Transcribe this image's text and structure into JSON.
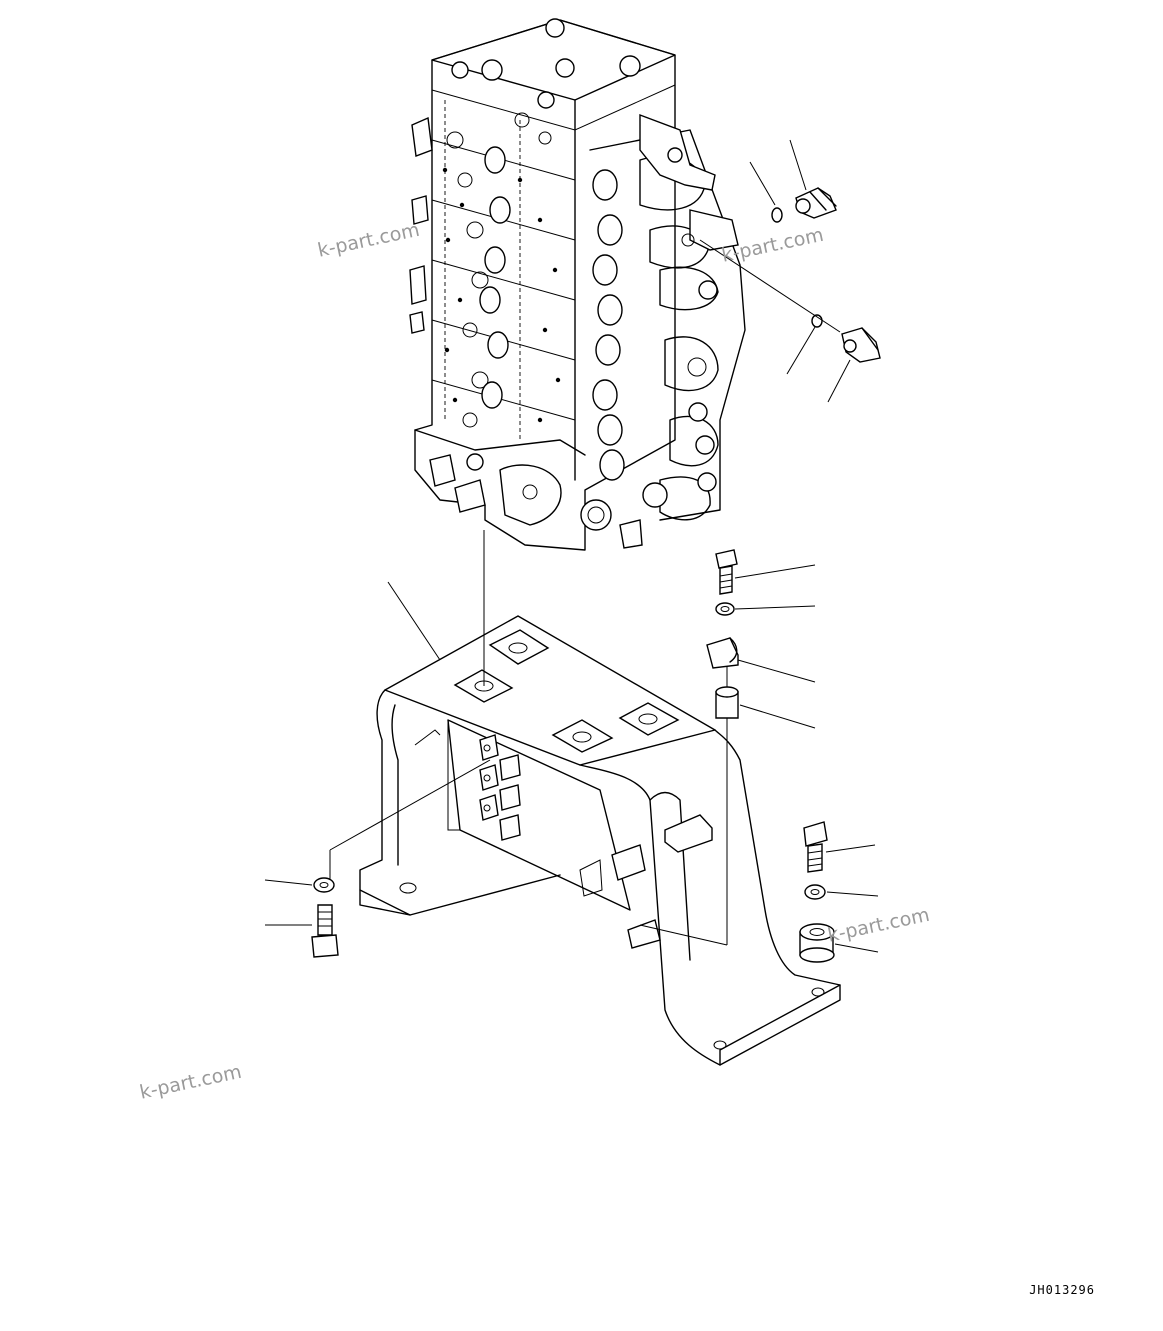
{
  "diagram": {
    "drawing_code": "JH013296",
    "watermark_text": "k-part.com",
    "watermark_count": 4,
    "components": [
      "control-valve",
      "pressure-sensor",
      "o-ring",
      "mounting-bracket",
      "bolt",
      "washer",
      "clamp",
      "spacer",
      "cushion"
    ]
  }
}
